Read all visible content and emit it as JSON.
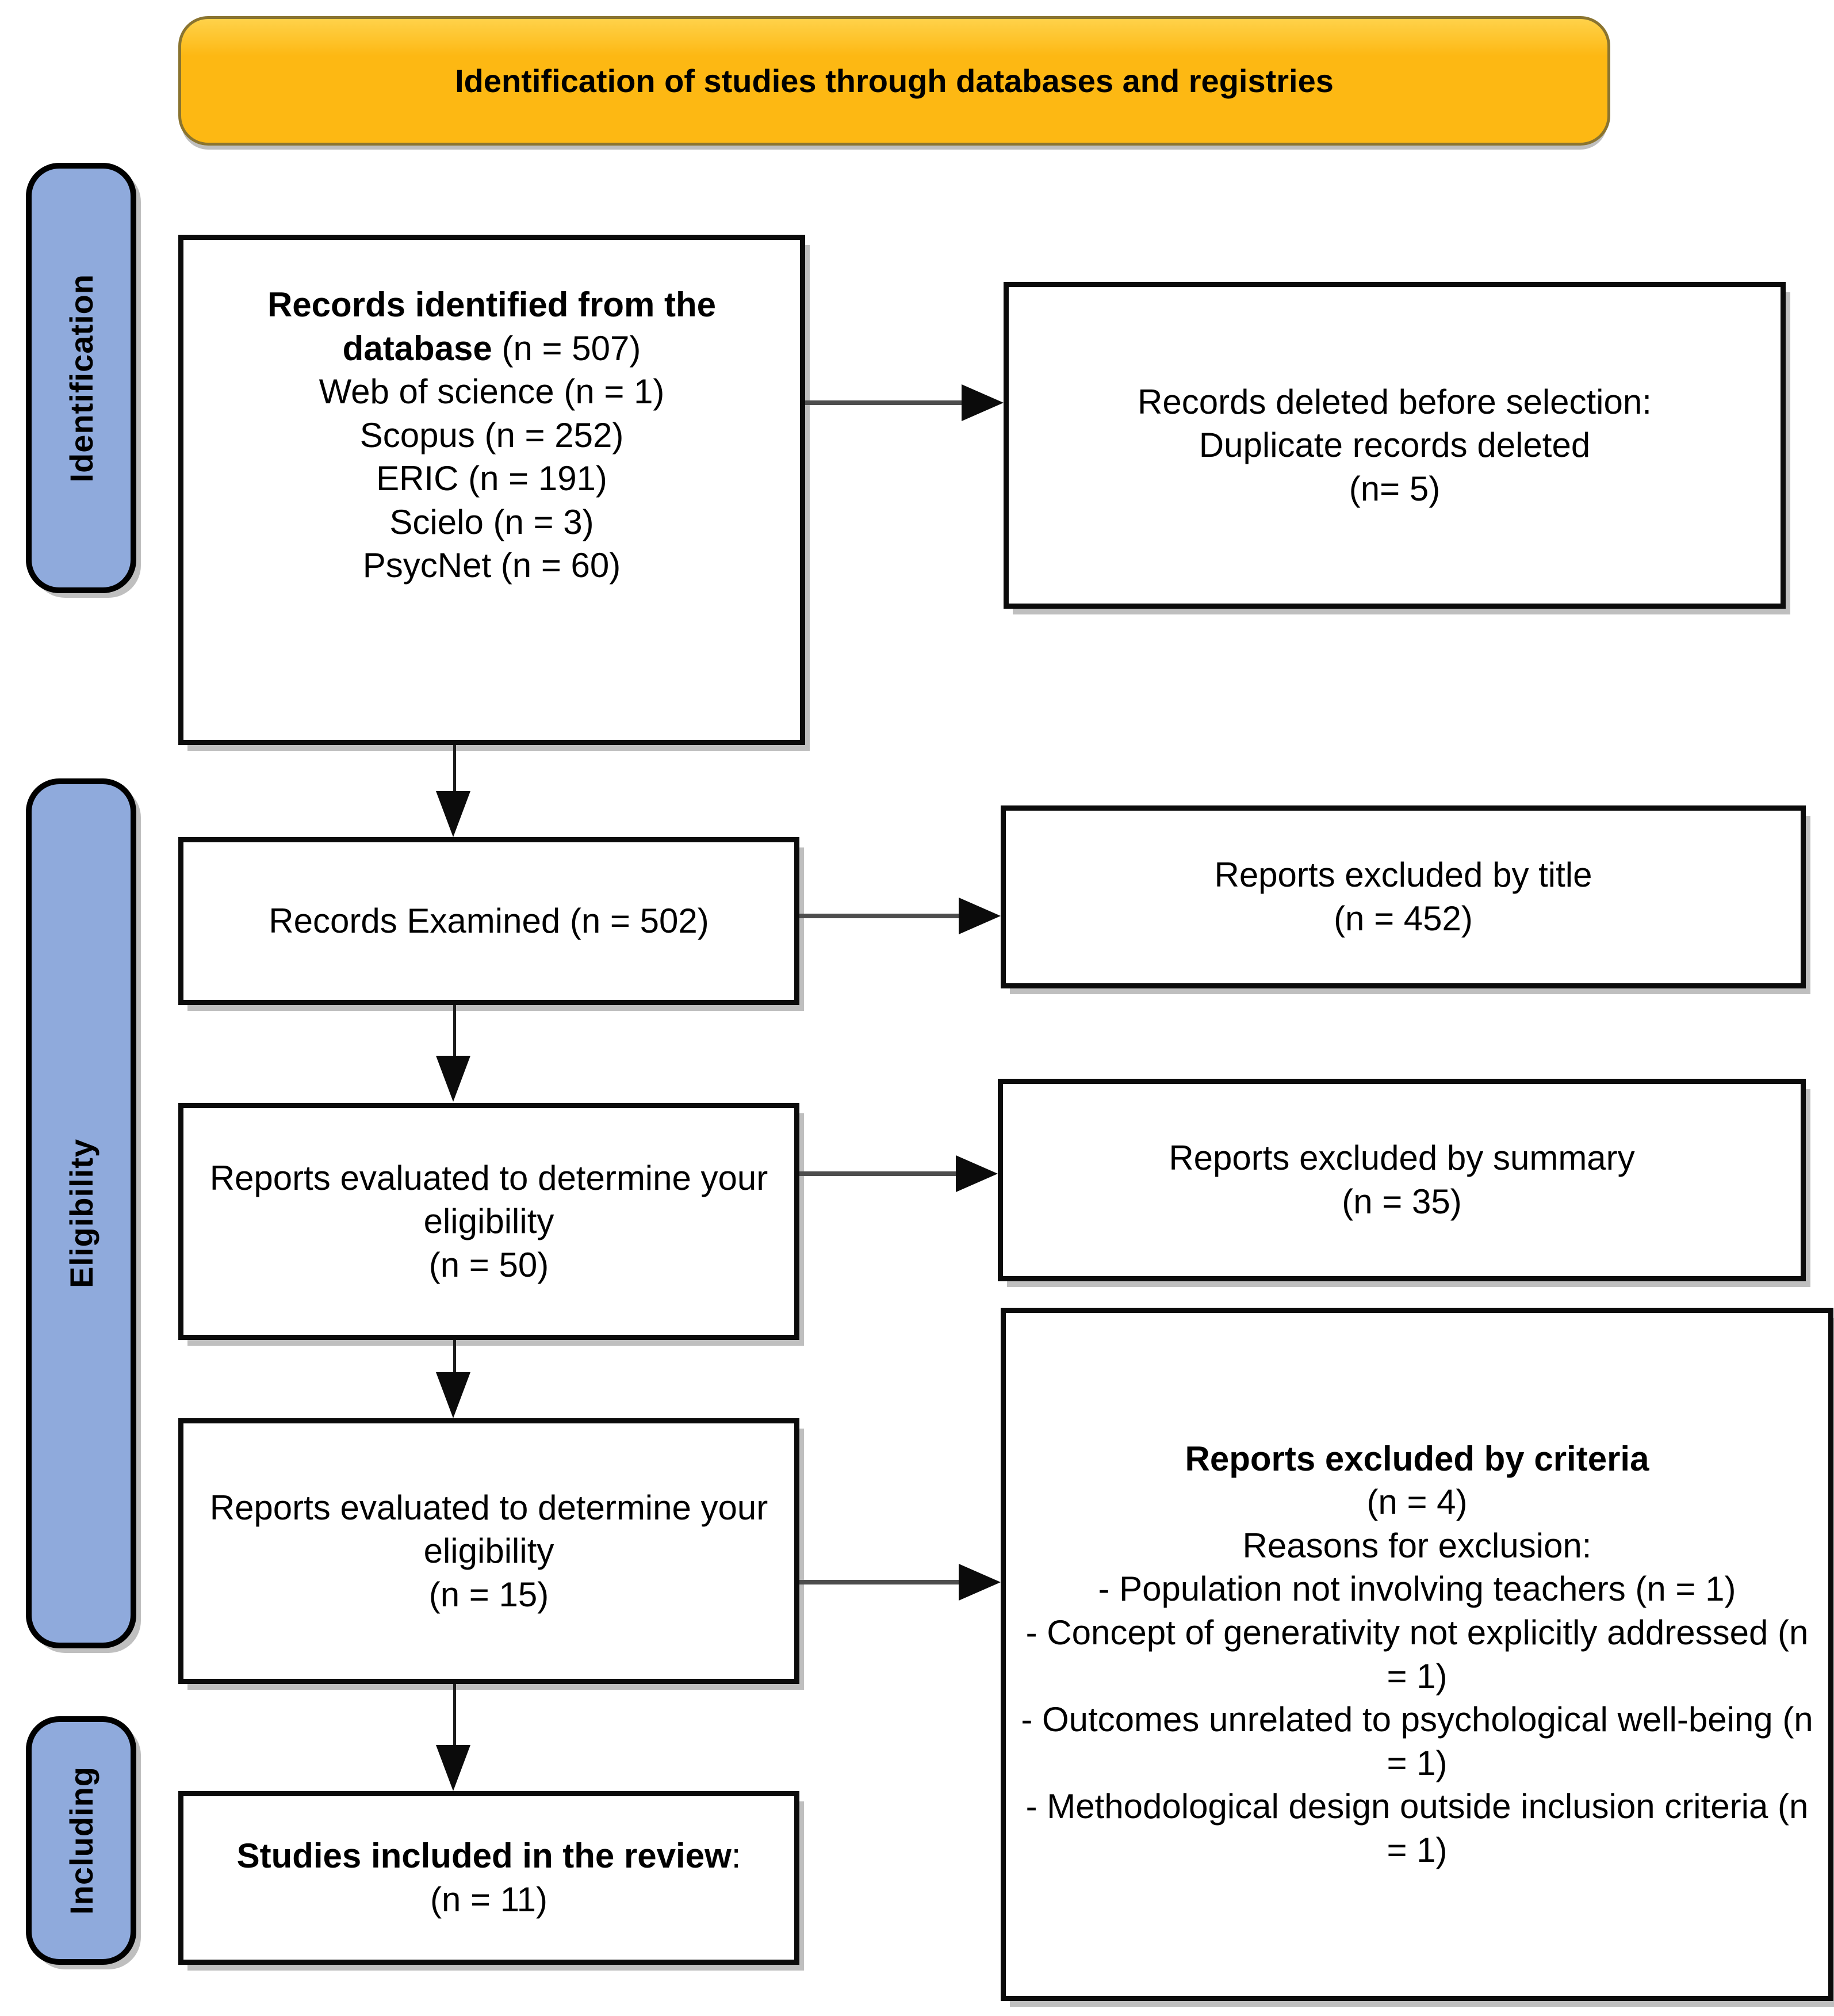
{
  "banner": {
    "title": "Identification of studies through databases and registries"
  },
  "colors": {
    "banner_bg": "#FDB813",
    "stage_bg": "#8FAADC",
    "box_border": "#0B0B0B"
  },
  "stages": {
    "identification": "Identification",
    "eligibility": "Eligibility",
    "including": "Including"
  },
  "boxes": {
    "identified": {
      "heading_bold": "Records identified from the database",
      "heading_rest": " (n = 507)",
      "sources": [
        "Web of science (n = 1)",
        "Scopus (n = 252)",
        "ERIC (n = 191)",
        "Scielo (n = 3)",
        "PsycNet (n = 60)"
      ]
    },
    "examined": {
      "text": "Records Examined (n = 502)"
    },
    "evaluated_50": {
      "lines": [
        "Reports evaluated to determine your eligibility",
        "(n = 50)"
      ]
    },
    "evaluated_15": {
      "lines": [
        "Reports evaluated to determine your eligibility",
        "(n = 15)"
      ]
    },
    "included": {
      "heading_bold": "Studies included in the review",
      "heading_rest": ":",
      "count": "(n = 11)"
    },
    "deleted": {
      "lines": [
        "Records deleted before selection:",
        "Duplicate records deleted",
        "(n= 5)"
      ]
    },
    "excluded_title": {
      "lines": [
        "Reports excluded by title",
        "(n = 452)"
      ]
    },
    "excluded_summary": {
      "lines": [
        "Reports excluded by summary",
        "(n = 35)"
      ]
    },
    "excluded_criteria": {
      "heading_bold": "Reports excluded by criteria",
      "lines": [
        "(n = 4)",
        "Reasons for exclusion:",
        "- Population not involving teachers (n = 1)",
        "- Concept of generativity not explicitly addressed (n = 1)",
        "- Outcomes unrelated to psychological well-being (n = 1)",
        "- Methodological design outside inclusion criteria (n = 1)"
      ]
    }
  }
}
